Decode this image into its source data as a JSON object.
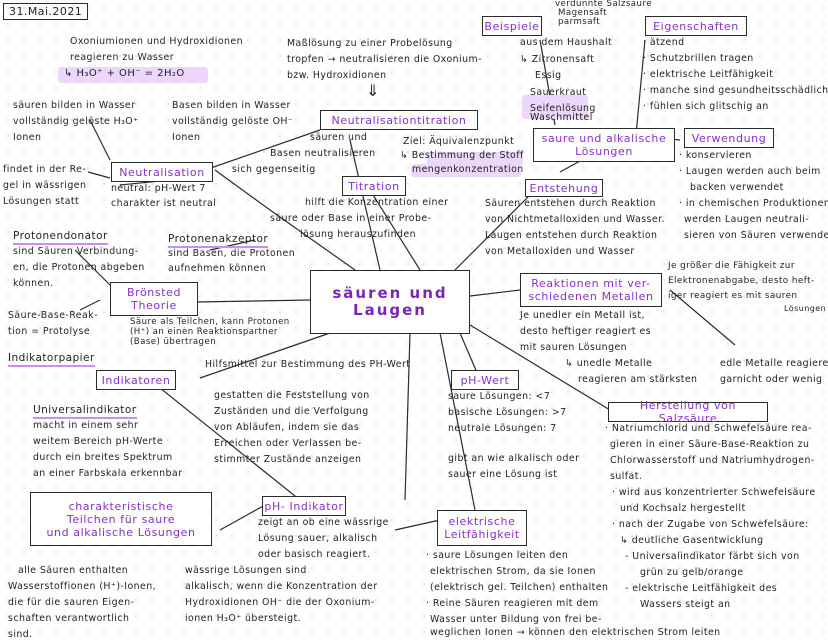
{
  "date": "31.Mai.2021",
  "center": {
    "line1": "säuren und",
    "line2": "Laugen"
  },
  "oxonium": {
    "l1": "Oxoniumionen und Hydroxidionen",
    "l2": "reagieren zu Wasser",
    "eq": "↳ H₃O⁺ + OH⁻ = 2H₂O"
  },
  "saeuren_wasser": [
    "säuren bilden in Wasser",
    "vollständig gelöste H₃O⁺",
    "Ionen"
  ],
  "basen_wasser": [
    "Basen bilden in Wasser",
    "vollständig gelöste OH⁻",
    "Ionen"
  ],
  "findet": [
    "findet in der Re-",
    "gel in wässrigen",
    "Lösungen statt"
  ],
  "neutralisation": {
    "title": "Neutralisation",
    "n1": "neutral: pH-Wert 7",
    "n2": "charakter ist neutral"
  },
  "massloesung": [
    "Maßlösung zu einer Probelösung",
    "tropfen → neutralisieren die Oxonium-",
    "bzw. Hydroxidionen"
  ],
  "arrow_glyph": "⇓",
  "neutralisationtitration": {
    "title": "Neutralisationtitration",
    "l1": "säuren und",
    "l2": "Basen neutralisieren",
    "l3": "sich gegenseitig"
  },
  "ziel": {
    "l1": "Ziel: Äquivalenzpunkt",
    "l2": "↳ Bestimmung der Stoff",
    "l3": "mengenkonzentration"
  },
  "titration": {
    "title": "Titration",
    "l1": "hilft die Konzentration einer",
    "l2": "säure oder Base in einer Probe-",
    "l3": "lösung herauszufinden"
  },
  "beispiele": {
    "title": "Beispiele",
    "top": [
      "verdünnte Salzsäure",
      "Magensaft",
      "parmsaft"
    ],
    "haushalt": "aus dem Haushalt",
    "items": [
      "↳ Zitronensaft",
      "Essig",
      "Sauerkraut",
      "Seifenlösung",
      "Waschmittel"
    ]
  },
  "eigenschaften": {
    "title": "Eigenschaften",
    "items": [
      "· ätzend",
      "· Schutzbrillen tragen",
      "· elektrische Leitfähigkeit",
      "· manche sind gesundheitsschädlich",
      "· fühlen sich glitschig an"
    ]
  },
  "saure_alk": {
    "l1": "saure und alkalische",
    "l2": "Lösungen"
  },
  "verwendung": {
    "title": "Verwendung",
    "items": [
      "· konservieren",
      "· Laugen werden auch beim",
      "backen verwendet",
      "· in chemischen Produktionen",
      "werden Laugen neutrali-",
      "sieren von Säuren verwendet"
    ]
  },
  "entstehung": {
    "title": "Entstehung",
    "lines": [
      "Säuren entstehen durch Reaktion",
      "von Nichtmetalloxiden und Wasser.",
      "Laugen entstehen durch Reaktion",
      "von Metalloxiden und Wasser"
    ]
  },
  "protonendonator": {
    "title": "Protonendonator",
    "lines": [
      "sind Säuren Verbindung-",
      "en, die Protonen abgeben",
      "können."
    ]
  },
  "protonenakzeptor": {
    "title": "Protonenakzeptor",
    "lines": [
      "sind Basen, die Protonen",
      "aufnehmen können"
    ]
  },
  "broensted": {
    "l1": "Brönsted",
    "l2": "Theorie",
    "desc": [
      "Säure als Teilchen, kann Protonen",
      "(H⁺) an einen Reaktionspartner",
      "(Base) übertragen"
    ],
    "protolyse": [
      "Säure-Base-Reak-",
      "tion = Protolyse"
    ]
  },
  "reaktionen": {
    "l1": "Reaktionen mit ver-",
    "l2": "schiedenen Metallen",
    "lines": [
      "Je unedler ein Metall ist,",
      "desto heftiger reagiert es",
      "mit sauren Lösungen",
      "↳ unedle Metalle",
      "reagieren am stärksten"
    ],
    "right": [
      "Je größer die Fähigkeit zur",
      "Elektronenabgabe, desto heft-",
      "iger reagiert es mit sauren"
    ],
    "loesungen": "Lösungen",
    "edle": [
      "edle Metalle reagieren",
      "garnicht oder wenig"
    ]
  },
  "indikatorpapier": "Indikatorpapier",
  "hilfsmittel": "Hilfsmittel zur Bestimmung des PH-Wert",
  "indikatoren": {
    "title": "Indikatoren",
    "lines": [
      "gestatten die Feststellung von",
      "Zuständen und die Verfolgung",
      "von Abläufen, indem sie das",
      "Erreichen oder Verlassen be-",
      "stimmter Zustände anzeigen"
    ]
  },
  "universal": {
    "title": "Universalindikator",
    "lines": [
      "macht in einem sehr",
      "weitem Bereich pH-Werte",
      "durch ein breites Spektrum",
      "an einer Farbskala erkennbar"
    ]
  },
  "phwert": {
    "title": "pH-Wert",
    "lines": [
      "saure Lösungen: <7",
      "basische Lösungen: >7",
      "neutrale Lösungen: 7"
    ],
    "gibt": [
      "gibt an wie alkalisch oder",
      "sauer eine Lösung ist"
    ]
  },
  "salzsaeure": {
    "title": "Herstellung von Salzsäure",
    "lines": [
      "· Natriumchlorid und Schwefelsäure rea-",
      "gieren in einer Säure-Base-Reaktion zu",
      "Chlorwasserstoff und Natriumhydrogen-",
      "sulfat.",
      "· wird aus konzentrierter Schwefelsäure",
      "und Kochsalz hergestellt",
      "· nach der Zugabe von Schwefelsäure:",
      "↳ deutliche Gasentwicklung",
      "- Universalindikator färbt sich von",
      "grün zu gelb/orange",
      "- elektrische Leitfähigkeit des",
      "Wassers steigt an"
    ]
  },
  "charakter": {
    "l1": "charakteristische",
    "l2": "Teilchen für saure",
    "l3": "und alkalische Lösungen",
    "lines": [
      "alle Säuren enthalten",
      "Wasserstoffionen (H⁺)-Ionen,",
      "die für die sauren Eigen-",
      "schaften verantwortlich",
      "sind."
    ]
  },
  "phindikator": {
    "title": "pH- Indikator",
    "lines": [
      "zeigt an ob eine wässrige",
      "Lösung sauer, alkalisch",
      "oder basisch reagiert."
    ]
  },
  "waessrig": [
    "wässrige Lösungen sind",
    "alkalisch, wenn die Konzentration der",
    "Hydroxidionen OH⁻ die der Oxonium-",
    "ionen H₃O⁺ übersteigt."
  ],
  "leitfaehigkeit": {
    "l1": "elektrische",
    "l2": "Leitfähigkeit",
    "lines": [
      "· saure Lösungen leiten den",
      "elektrischen Strom, da sie Ionen",
      "(elektrisch gel. Teilchen) enthalten",
      "· Reine Säuren reagieren mit dem",
      "Wasser unter Bildung von frei be-",
      "weglichen Ionen → können den elektrischen Strom leiten"
    ]
  }
}
